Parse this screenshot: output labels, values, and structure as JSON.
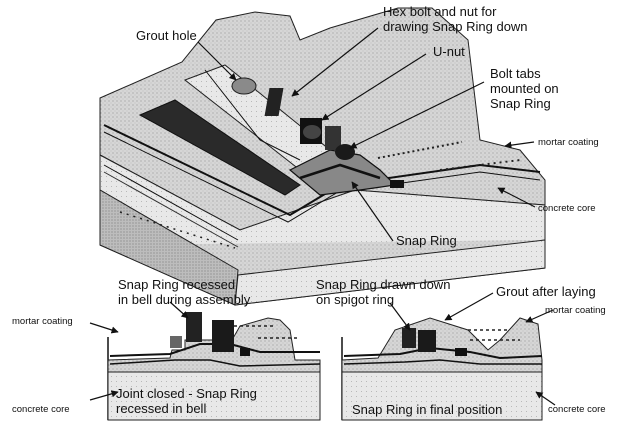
{
  "labels": {
    "grout_hole": "Grout hole",
    "hex_bolt_line1": "Hex bolt and nut for",
    "hex_bolt_line2": "drawing Snap Ring down",
    "u_nut": "U-nut",
    "bolt_tabs_line1": "Bolt tabs",
    "bolt_tabs_line2": "mounted on",
    "bolt_tabs_line3": "Snap Ring",
    "mortar_coating_main": "mortar coating",
    "concrete_core_main": "concrete core",
    "snap_ring_main": "Snap Ring",
    "recessed_line1": "Snap Ring recessed",
    "recessed_line2": "in bell during assembly",
    "mortar_coating_left": "mortar coating",
    "concrete_core_left": "concrete core",
    "joint_closed_line1": "Joint closed - Snap Ring",
    "joint_closed_line2": "recessed in bell",
    "drawn_down_line1": "Snap Ring drawn down",
    "drawn_down_line2": "on spigot ring",
    "grout_after": "Grout after laying",
    "mortar_coating_right": "mortar coating",
    "final_position": "Snap Ring in final position",
    "concrete_core_right": "concrete core"
  }
}
